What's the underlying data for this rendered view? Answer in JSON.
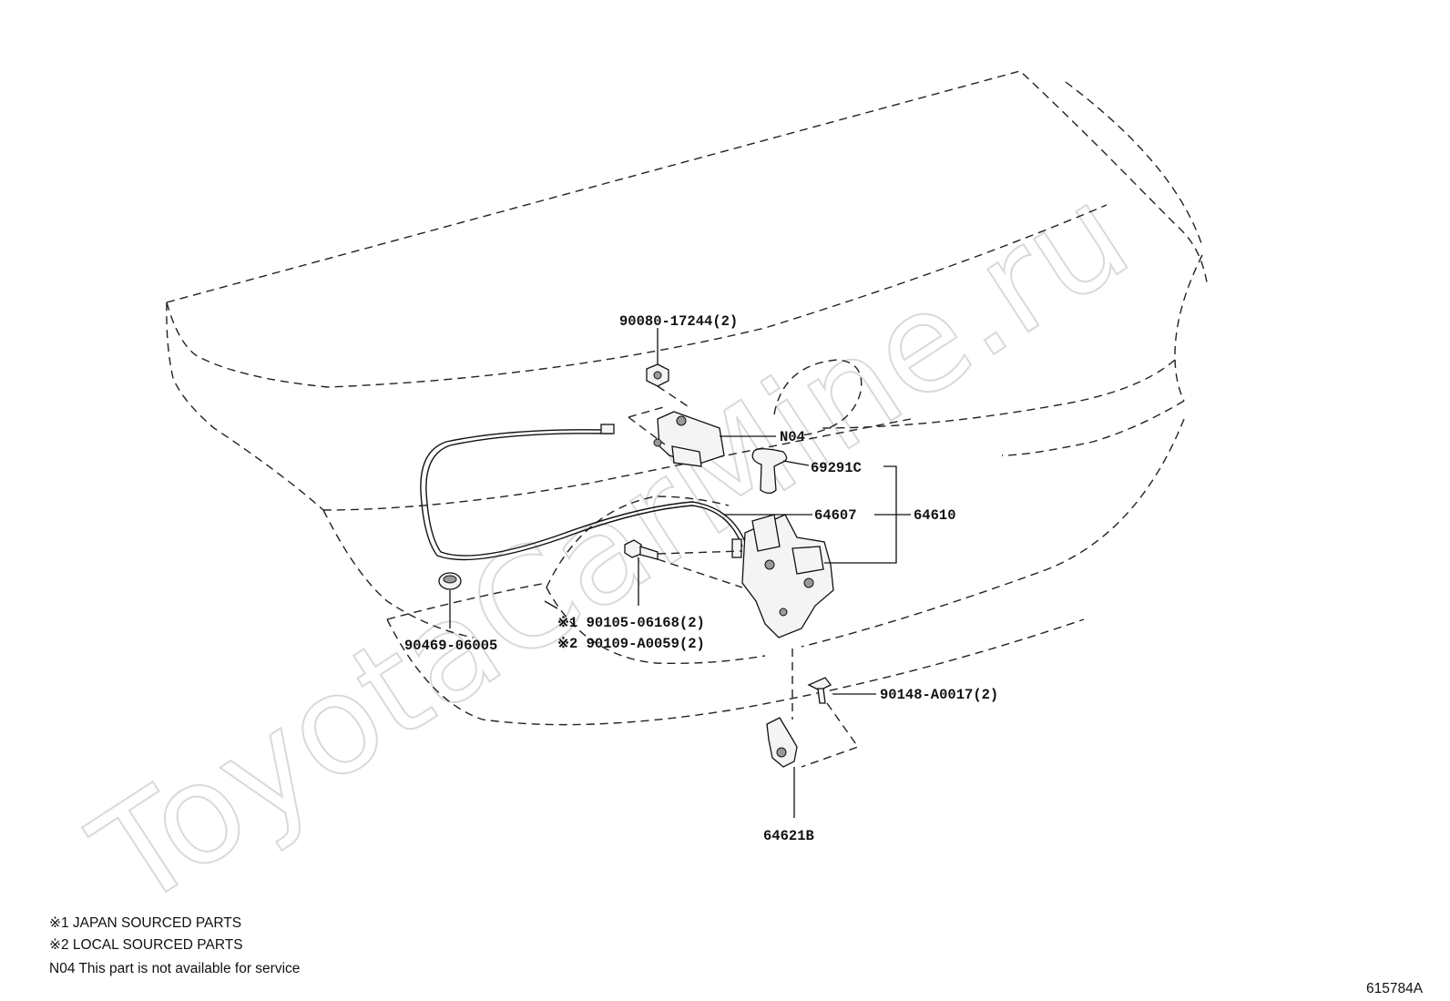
{
  "watermark": "ToyotaCarMine.ru",
  "callouts": {
    "bolt_90080": "90080-17244(2)",
    "n04": "N04",
    "grommet_69291c": "69291C",
    "cable_64607": "64607",
    "lock_assy_64610": "64610",
    "japan_bolt": "※1 90105-06168(2)",
    "local_bolt": "※2 90109-A0059(2)",
    "plug_90469": "90469-06005",
    "screw_90148": "90148-A0017(2)",
    "striker_64621b": "64621B"
  },
  "notes": {
    "note1": "※1 JAPAN SOURCED PARTS",
    "note2": "※2 LOCAL SOURCED PARTS",
    "note3": "N04 This part is not available for service"
  },
  "figure_id": "615784A"
}
